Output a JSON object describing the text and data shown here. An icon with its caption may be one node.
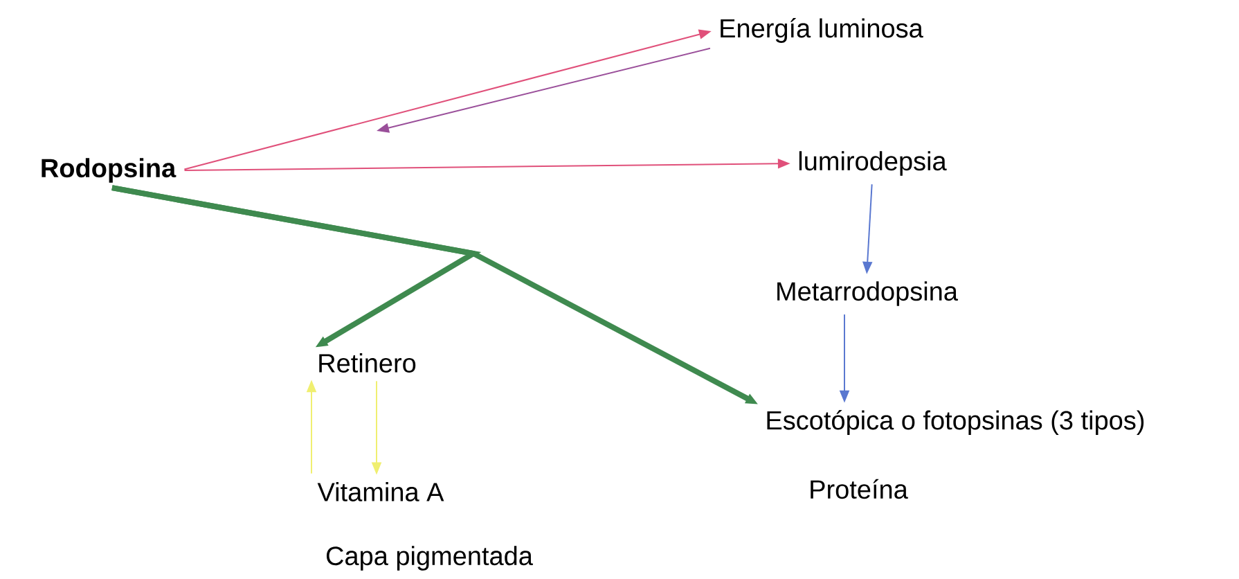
{
  "diagram": {
    "nodes": [
      {
        "text": [
          "Energía luminosa"
        ]
      },
      {
        "text": [
          "Rodopsina"
        ]
      },
      {
        "text": [
          "lumirodepsia"
        ]
      },
      {
        "text": [
          "Metarrodopsina"
        ]
      },
      {
        "text": [
          "Retinero"
        ]
      },
      {
        "text": [
          "Escotópica o fotopsinas (3 tipos)"
        ],
        "beside": [
          "Proteína"
        ]
      },
      {
        "text": [
          "Vitamina A"
        ],
        "beside": [
          "Capa pigmentada"
        ]
      }
    ],
    "edges": [
      {
        "from": 1,
        "to": 0,
        "arrow": "to",
        "color": "#e0507a"
      },
      {
        "from": 0,
        "to": null,
        "arrow": "to",
        "color": "#9a4f9a"
      },
      {
        "from": 1,
        "to": 2,
        "arrow": "to",
        "color": "#e0507a"
      },
      {
        "from": 2,
        "to": 3,
        "arrow": "to",
        "color": "#5a78d0"
      },
      {
        "from": 3,
        "to": 5,
        "arrow": "to",
        "color": "#5a78d0"
      },
      {
        "from": 1,
        "to": 4,
        "arrow": "to",
        "color": "#3f8a4f",
        "style": "thick"
      },
      {
        "from": 1,
        "to": 5,
        "arrow": "to",
        "color": "#3f8a4f",
        "style": "thick"
      },
      {
        "from": 6,
        "to": 4,
        "arrow": "to",
        "color": "#f0ef70"
      },
      {
        "from": 4,
        "to": 6,
        "arrow": "to",
        "color": "#f0ef70"
      }
    ]
  }
}
